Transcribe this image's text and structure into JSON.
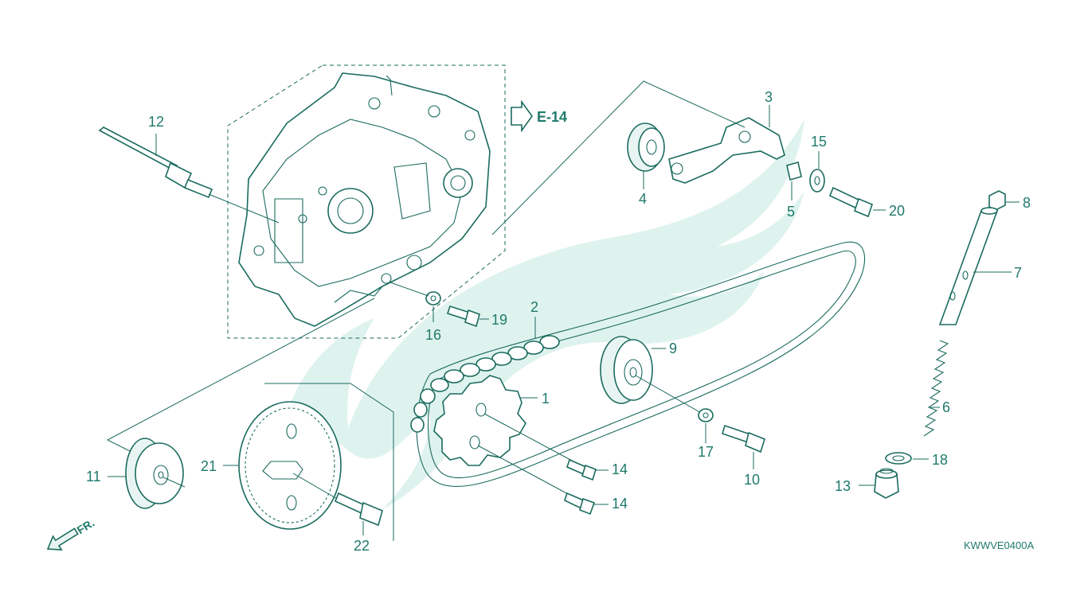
{
  "diagram": {
    "reference": "E-14",
    "drawing_code": "KWWVE0400A",
    "front_marker": "FR.",
    "colors": {
      "line": "#1a6b5e",
      "label": "#1f7a6b",
      "watermark": "#dff3ee"
    },
    "callouts": [
      {
        "id": "c1",
        "text": "1"
      },
      {
        "id": "c2",
        "text": "2"
      },
      {
        "id": "c3",
        "text": "3"
      },
      {
        "id": "c4",
        "text": "4"
      },
      {
        "id": "c5",
        "text": "5"
      },
      {
        "id": "c6",
        "text": "6"
      },
      {
        "id": "c7",
        "text": "7"
      },
      {
        "id": "c8",
        "text": "8"
      },
      {
        "id": "c9",
        "text": "9"
      },
      {
        "id": "c10",
        "text": "10"
      },
      {
        "id": "c11",
        "text": "11"
      },
      {
        "id": "c12",
        "text": "12"
      },
      {
        "id": "c13",
        "text": "13"
      },
      {
        "id": "c14a",
        "text": "14"
      },
      {
        "id": "c14b",
        "text": "14"
      },
      {
        "id": "c15",
        "text": "15"
      },
      {
        "id": "c16",
        "text": "16"
      },
      {
        "id": "c17",
        "text": "17"
      },
      {
        "id": "c18",
        "text": "18"
      },
      {
        "id": "c19",
        "text": "19"
      },
      {
        "id": "c20",
        "text": "20"
      },
      {
        "id": "c21",
        "text": "21"
      },
      {
        "id": "c22",
        "text": "22"
      }
    ]
  }
}
